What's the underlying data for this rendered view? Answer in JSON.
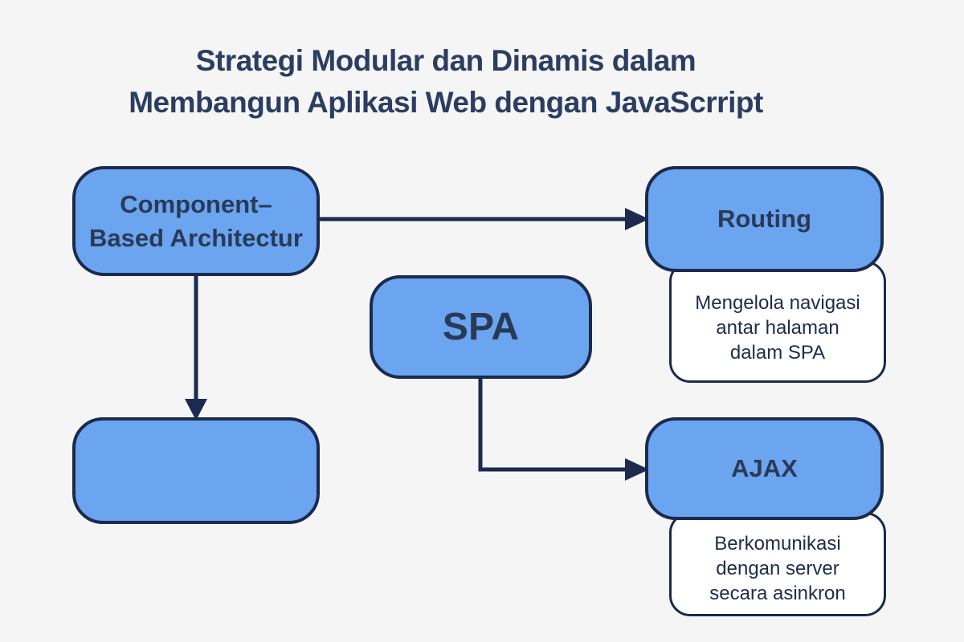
{
  "title": {
    "line1": "Strategi Modular dan Dinamis dalam",
    "line2": "Membangun Aplikasi Web dengan JavaScrript"
  },
  "nodes": {
    "component_based": {
      "line1": "Component–",
      "line2": "Based Architectur"
    },
    "routing": {
      "label": "Routing",
      "caption_lines": [
        "Mengelola navigasi",
        "antar halaman",
        "dalam SPA"
      ]
    },
    "spa": {
      "label": "SPA"
    },
    "ajax": {
      "label": "AJAX",
      "caption_lines": [
        "Berkomunikasi",
        "dengan server",
        "secara asinkron"
      ]
    },
    "empty_node": {
      "label": ""
    }
  },
  "colors": {
    "background": "#f5f5f6",
    "node_fill": "#6ba4ef",
    "outline": "#1b2a4e",
    "title_text": "#2b3d60",
    "node_text": "#293a58",
    "caption_text": "#1e2c49",
    "card_fill": "#ffffff"
  }
}
